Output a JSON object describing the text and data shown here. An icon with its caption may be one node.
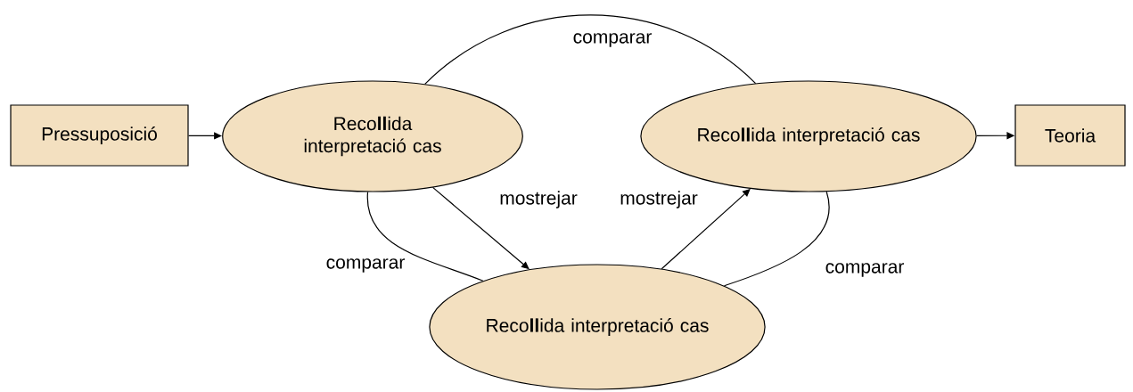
{
  "diagram": {
    "nodes": [
      {
        "text": [
          "Pressuposició"
        ]
      },
      {
        "text": [
          "Reco**ll**ida interpretació cas"
        ]
      },
      {
        "text": [
          "Reco**ll**ida interpretació cas"
        ]
      },
      {
        "text": [
          "Reco**ll**ida interpretació cas"
        ]
      },
      {
        "text": [
          "Teoria"
        ]
      }
    ],
    "edges": [
      {
        "from": 0,
        "to": 1,
        "arrow": "to"
      },
      {
        "from": 1,
        "to": 2,
        "arrow": "none",
        "label": "comparar"
      },
      {
        "from": 1,
        "to": 3,
        "arrow": "to",
        "label": "mostrejar"
      },
      {
        "from": 3,
        "to": 2,
        "arrow": "to",
        "label": "mostrejar"
      },
      {
        "from": 1,
        "to": 3,
        "arrow": "none",
        "label": "comparar"
      },
      {
        "from": 3,
        "to": 2,
        "arrow": "none",
        "label": "comparar"
      },
      {
        "from": 2,
        "to": 4,
        "arrow": "to"
      }
    ]
  }
}
